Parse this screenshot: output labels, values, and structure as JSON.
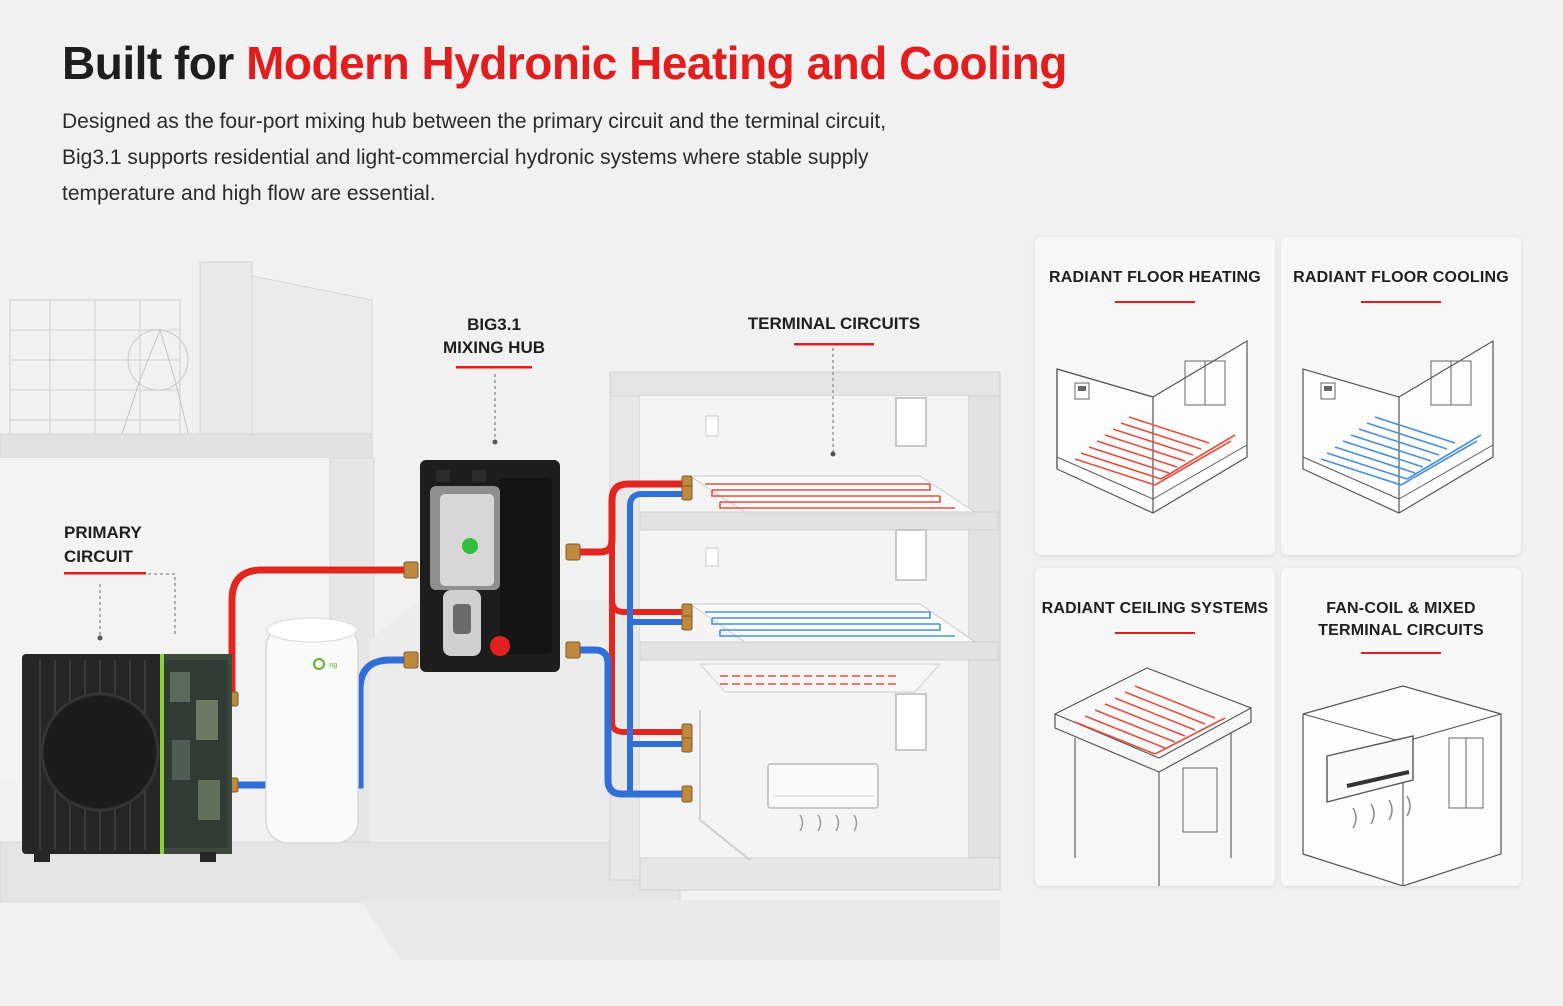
{
  "header": {
    "title_lead": "Built for",
    "title_accent": "Modern Hydronic Heating and Cooling",
    "intro": "Designed as the four-port mixing hub between the primary circuit and the terminal circuit, Big3.1 supports residential and light-commercial hydronic systems where stable supply temperature and high flow are essential."
  },
  "callouts": {
    "primary_line1": "PRIMARY",
    "primary_line2": "CIRCUIT",
    "hub_line1": "BIG3.1",
    "hub_line2": "MIXING HUB",
    "terminal": "TERMINAL CIRCUITS"
  },
  "cards": {
    "floor_heating": "RADIANT FLOOR HEATING",
    "floor_cooling": "RADIANT FLOOR COOLING",
    "ceiling": "RADIANT CEILING SYSTEMS",
    "fancoil_line1": "FAN-COIL & MIXED",
    "fancoil_line2": "TERMINAL CIRCUITS"
  },
  "colors": {
    "accent_red": "#e11d1d",
    "supply_pipe": "#e2261f",
    "return_pipe": "#2f6fd6",
    "heat_coil": "#e0503f",
    "cool_coil": "#4a90d9"
  },
  "icons": [
    "heat-pump-icon",
    "buffer-tank-icon",
    "mixing-hub-icon",
    "radiant-floor-icon",
    "radiant-ceiling-icon",
    "fan-coil-icon",
    "radiator-icon",
    "thermostat-icon"
  ]
}
